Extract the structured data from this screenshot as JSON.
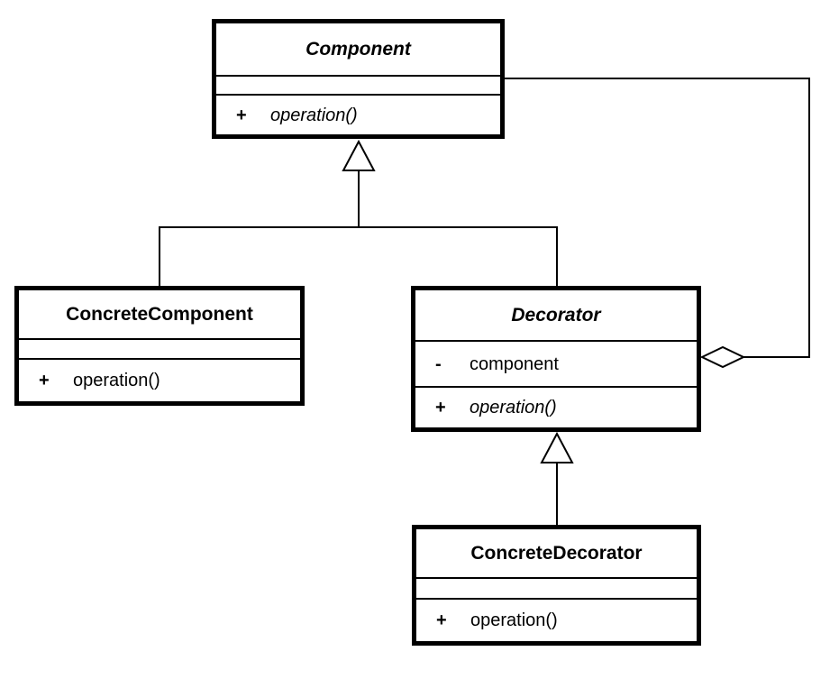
{
  "diagram": {
    "kind": "uml-class-diagram",
    "pattern": "Decorator",
    "colors": {
      "line": "#000000",
      "text": "#000000",
      "box_fill": "#ffffff",
      "background": "#ffffff"
    },
    "classes": {
      "component": {
        "name": "Component",
        "abstract": true,
        "attributes": [],
        "methods": [
          {
            "visibility": "+",
            "signature": "operation()",
            "abstract": true
          }
        ]
      },
      "concrete_component": {
        "name": "ConcreteComponent",
        "abstract": false,
        "attributes": [],
        "methods": [
          {
            "visibility": "+",
            "signature": "operation()",
            "abstract": false
          }
        ]
      },
      "decorator": {
        "name": "Decorator",
        "abstract": true,
        "attributes": [
          {
            "visibility": "-",
            "name": "component"
          }
        ],
        "methods": [
          {
            "visibility": "+",
            "signature": "operation()",
            "abstract": true
          }
        ]
      },
      "concrete_decorator": {
        "name": "ConcreteDecorator",
        "abstract": false,
        "attributes": [],
        "methods": [
          {
            "visibility": "+",
            "signature": "operation()",
            "abstract": false
          }
        ]
      }
    },
    "relationships": [
      {
        "type": "generalization",
        "from": "ConcreteComponent",
        "to": "Component"
      },
      {
        "type": "generalization",
        "from": "Decorator",
        "to": "Component"
      },
      {
        "type": "generalization",
        "from": "ConcreteDecorator",
        "to": "Decorator"
      },
      {
        "type": "aggregation",
        "from": "Decorator",
        "to": "Component"
      }
    ]
  }
}
